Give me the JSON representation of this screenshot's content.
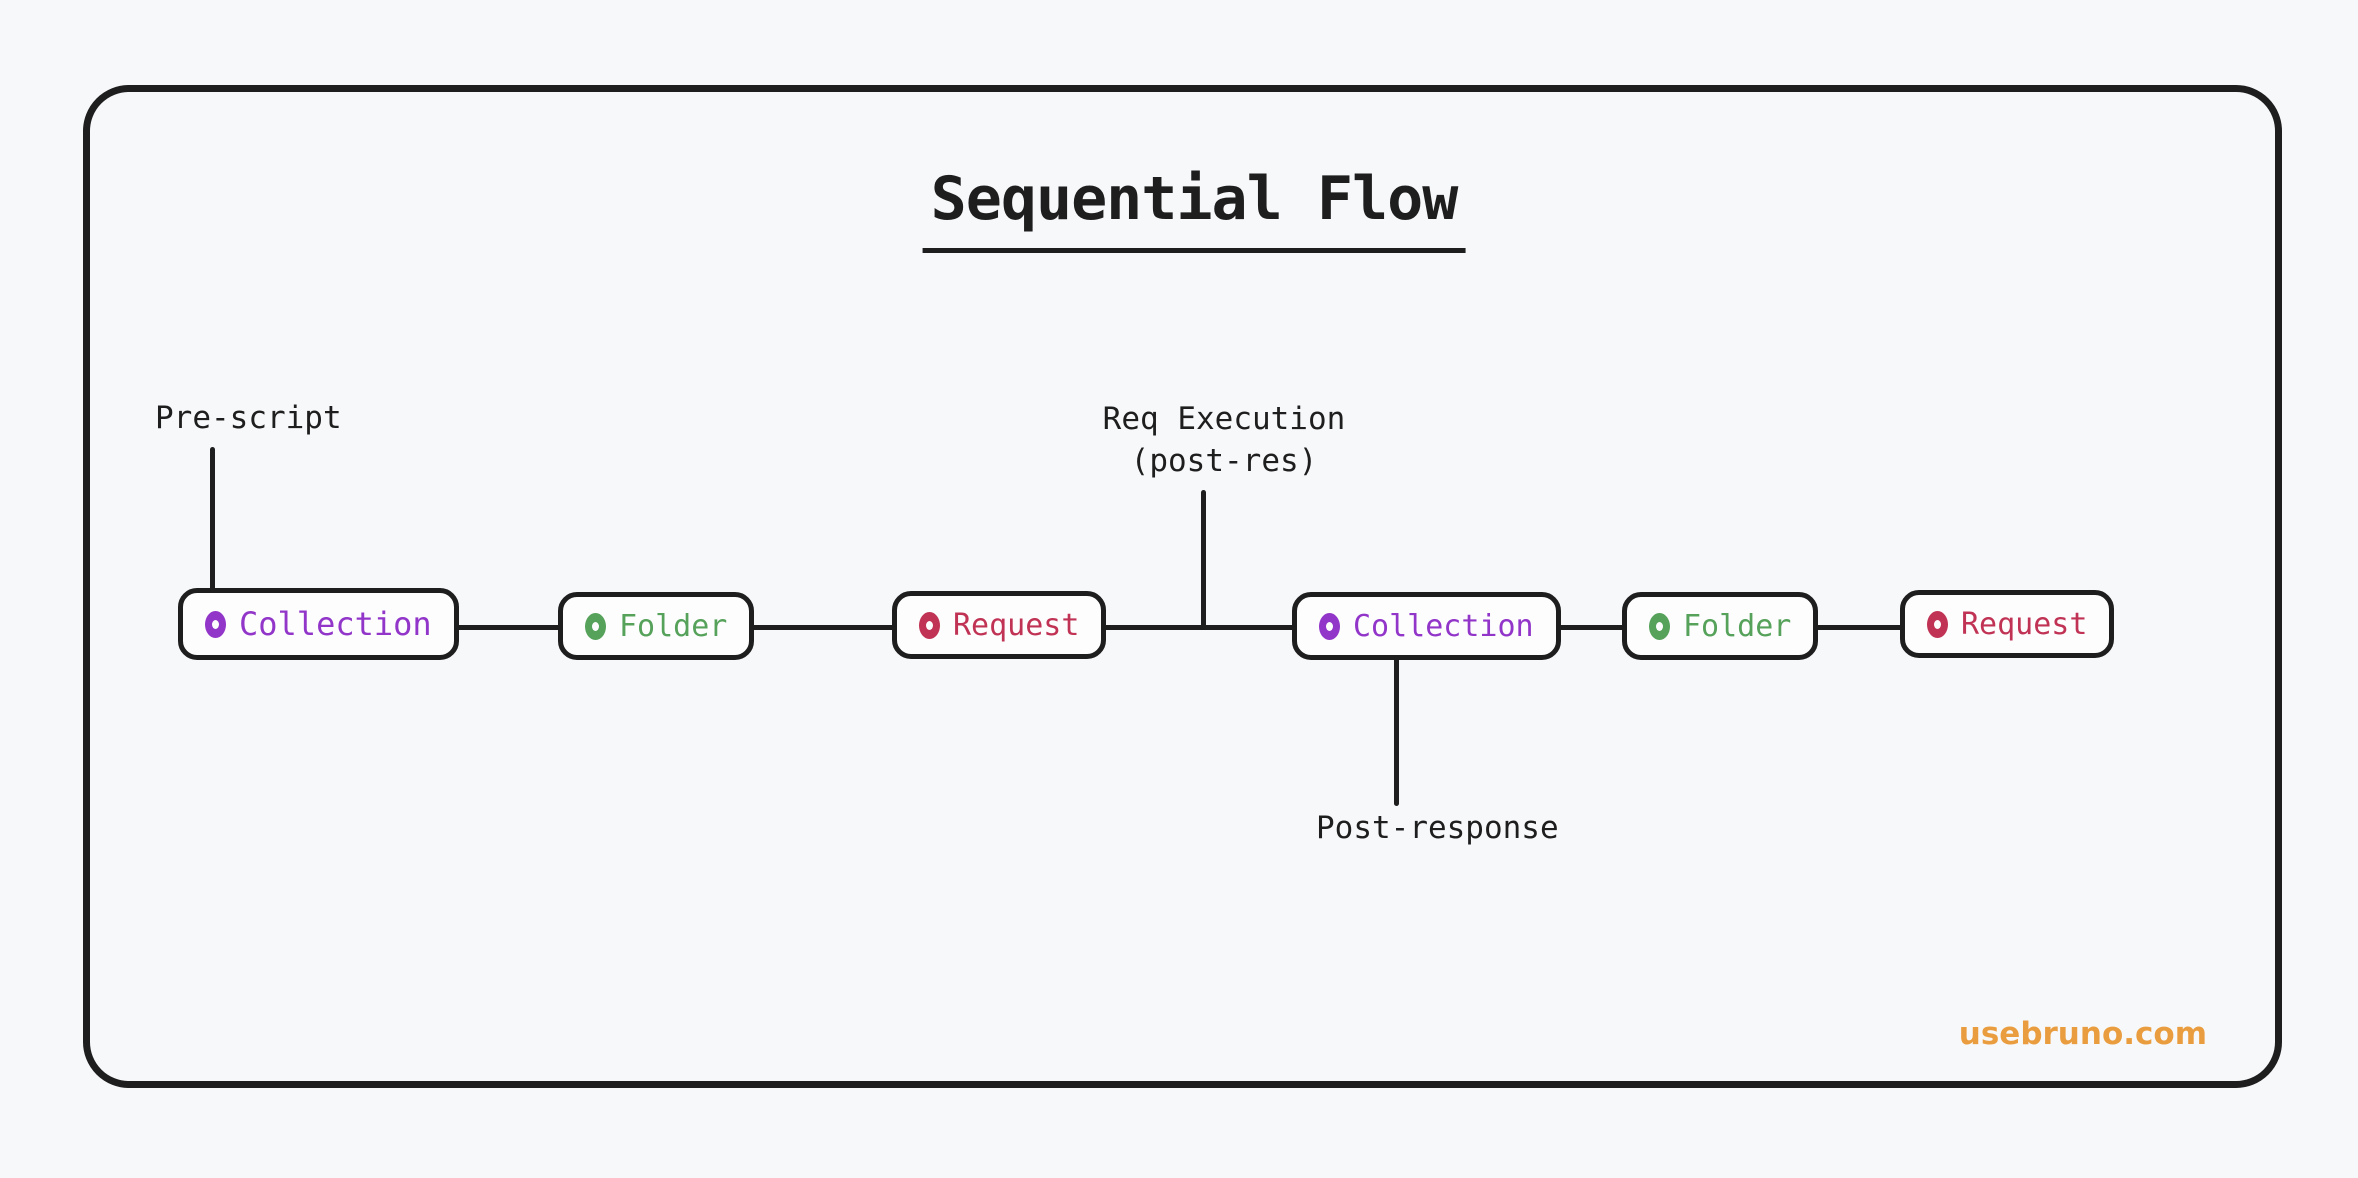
{
  "title": "Sequential Flow",
  "watermark": "usebruno.com",
  "colors": {
    "background": "#F7F8FA",
    "stroke": "#1E1E1E",
    "node_fill": "#FDFDFE",
    "collection": "#9235C9",
    "folder": "#56A25B",
    "request": "#C13355",
    "watermark": "#EA9D3F"
  },
  "nodes": [
    {
      "label": "Collection",
      "type": "collection",
      "icon": "donut-icon"
    },
    {
      "label": "Folder",
      "type": "folder",
      "icon": "donut-icon"
    },
    {
      "label": "Request",
      "type": "request",
      "icon": "donut-icon"
    },
    {
      "label": "Collection",
      "type": "collection",
      "icon": "donut-icon"
    },
    {
      "label": "Folder",
      "type": "folder",
      "icon": "donut-icon"
    },
    {
      "label": "Request",
      "type": "request",
      "icon": "donut-icon"
    }
  ],
  "annotations": {
    "pre_script": "Pre-script",
    "req_execution_line1": "Req Execution",
    "req_execution_line2": "(post-res)",
    "post_response": "Post-response"
  }
}
